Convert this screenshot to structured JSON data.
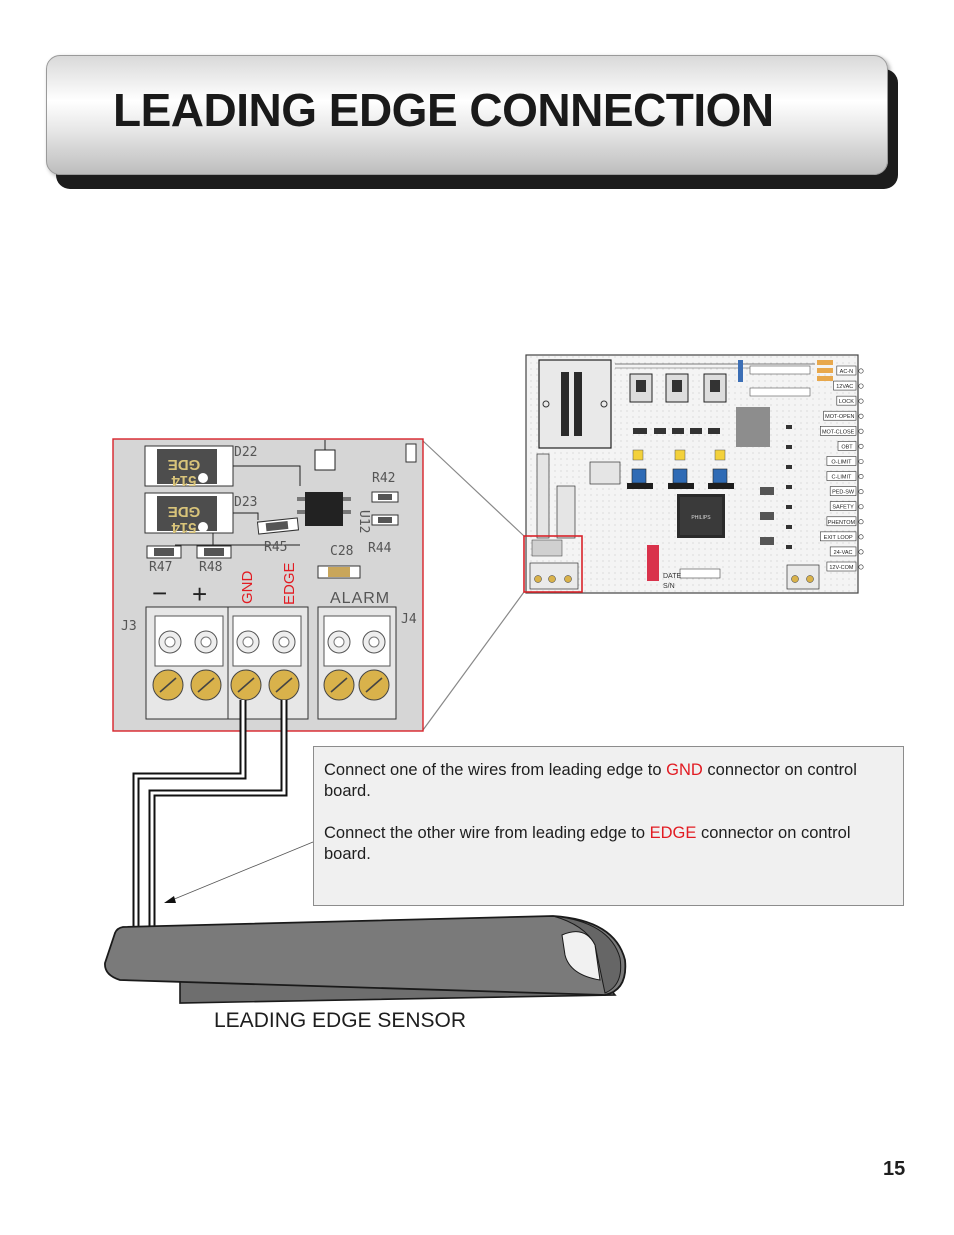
{
  "header": {
    "title": "LEADING EDGE CONNECTION"
  },
  "zoom": {
    "labels": {
      "d22": "D22",
      "d23": "D23",
      "r42": "R42",
      "r44": "R44",
      "r45": "R45",
      "r47": "R47",
      "r48": "R48",
      "c28": "C28",
      "u12": "U12",
      "j3": "J3",
      "j4": "J4",
      "alarm": "ALARM",
      "minus": "−",
      "plus": "+",
      "gnd": "GND",
      "edge": "EDGE",
      "diode_code_a": "GDE",
      "diode_code_b": "514"
    }
  },
  "board": {
    "side_labels": [
      "AC-N",
      "12VAC",
      "LOCK",
      "MOT-OPEN",
      "MOT-CLOSE",
      "OBT",
      "O-LIMIT",
      "C-LIMIT",
      "PED-SW",
      "SAFETY",
      "PHENTOM",
      "EXIT LOOP",
      "24-VAC",
      "12V-COM"
    ],
    "chip_label": "PHILIPS",
    "date_label": "DATE",
    "sn_label": "S/N"
  },
  "callout": {
    "line1_pre": "Connect one of the wires from leading edge to",
    "line1_highlight": "GND",
    "line1_post": "  connector on control board.",
    "line2_pre": "Connect the other wire from leading edge to",
    "line2_highlight": "EDGE",
    "line2_post": " connector on control board."
  },
  "sensor": {
    "label": "LEADING EDGE SENSOR"
  },
  "page": {
    "number": "15"
  },
  "colors": {
    "highlight_red": "#e21b22",
    "sensor_gray": "#7a7a7a",
    "banner_shadow": "#1c1c1c"
  }
}
